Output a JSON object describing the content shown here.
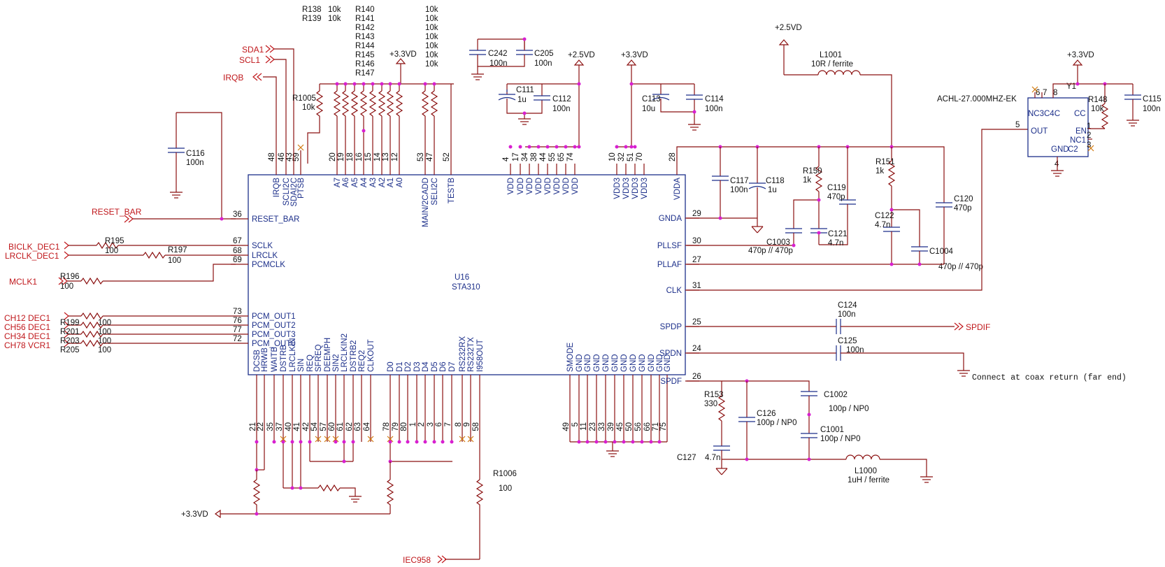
{
  "chip": {
    "ref": "U16",
    "part": "STA310"
  },
  "top_pins": [
    {
      "name": "IRQB",
      "num": "48"
    },
    {
      "name": "SCLI2C",
      "num": "46"
    },
    {
      "name": "SDAI2C",
      "num": "43"
    },
    {
      "name": "PTSB",
      "num": "59"
    },
    {
      "name": "A7",
      "num": "20"
    },
    {
      "name": "A6",
      "num": "19"
    },
    {
      "name": "A5",
      "num": "18"
    },
    {
      "name": "A4",
      "num": "16"
    },
    {
      "name": "A3",
      "num": "15"
    },
    {
      "name": "A2",
      "num": "14"
    },
    {
      "name": "A1",
      "num": "13"
    },
    {
      "name": "A0",
      "num": "12"
    },
    {
      "name": "MAIN/2CADD",
      "num": "53"
    },
    {
      "name": "SELI2C",
      "num": "47"
    },
    {
      "name": "TESTB",
      "num": "52"
    },
    {
      "name": "VDD",
      "num": "4"
    },
    {
      "name": "VDD",
      "num": "17"
    },
    {
      "name": "VDD",
      "num": "34"
    },
    {
      "name": "VDD",
      "num": "38"
    },
    {
      "name": "VDD",
      "num": "44"
    },
    {
      "name": "VDD",
      "num": "55"
    },
    {
      "name": "VDD",
      "num": "65"
    },
    {
      "name": "VDD",
      "num": "74"
    },
    {
      "name": "VDD3",
      "num": "10"
    },
    {
      "name": "VDD3",
      "num": "32"
    },
    {
      "name": "VDD3",
      "num": "51"
    },
    {
      "name": "VDD3",
      "num": "70"
    },
    {
      "name": "VDDA",
      "num": "28"
    }
  ],
  "bottom_pins": [
    {
      "name": "DCSB",
      "num": "21"
    },
    {
      "name": "HRWB",
      "num": "22"
    },
    {
      "name": "WAITB",
      "num": "35"
    },
    {
      "name": "DSTRB",
      "num": "37"
    },
    {
      "name": "LRCLKIN",
      "num": "40"
    },
    {
      "name": "SIN",
      "num": "41"
    },
    {
      "name": "REQ",
      "num": "42"
    },
    {
      "name": "SFREQ",
      "num": "54"
    },
    {
      "name": "DEEMPH",
      "num": "57"
    },
    {
      "name": "SIN2",
      "num": "60"
    },
    {
      "name": "LRCLKIN2",
      "num": "61"
    },
    {
      "name": "DSTRB2",
      "num": "62"
    },
    {
      "name": "REQ2",
      "num": "63"
    },
    {
      "name": "CLKOUT",
      "num": "64"
    },
    {
      "name": "D0",
      "num": "78"
    },
    {
      "name": "D1",
      "num": "79"
    },
    {
      "name": "D2",
      "num": "80"
    },
    {
      "name": "D3",
      "num": "1"
    },
    {
      "name": "D4",
      "num": "2"
    },
    {
      "name": "D5",
      "num": "3"
    },
    {
      "name": "D6",
      "num": "6"
    },
    {
      "name": "D7",
      "num": "7"
    },
    {
      "name": "RS232RX",
      "num": "8"
    },
    {
      "name": "RS232TX",
      "num": "9"
    },
    {
      "name": "I958OUT",
      "num": "58"
    },
    {
      "name": "SMODE",
      "num": "49"
    },
    {
      "name": "GND",
      "num": "5"
    },
    {
      "name": "GND",
      "num": "11"
    },
    {
      "name": "GND",
      "num": "23"
    },
    {
      "name": "GND",
      "num": "33"
    },
    {
      "name": "GND",
      "num": "39"
    },
    {
      "name": "GND",
      "num": "45"
    },
    {
      "name": "GND",
      "num": "50"
    },
    {
      "name": "GND",
      "num": "56"
    },
    {
      "name": "GND",
      "num": "66"
    },
    {
      "name": "GND",
      "num": "71"
    },
    {
      "name": "GND",
      "num": "75"
    }
  ],
  "left_pins": [
    {
      "name": "RESET_BAR",
      "num": "36"
    },
    {
      "name": "SCLK",
      "num": "67"
    },
    {
      "name": "LRCLK",
      "num": "68"
    },
    {
      "name": "PCMCLK",
      "num": "69"
    },
    {
      "name": "PCM_OUT1",
      "num": "73"
    },
    {
      "name": "PCM_OUT2",
      "num": "76"
    },
    {
      "name": "PCM_OUT3",
      "num": "77"
    },
    {
      "name": "PCM_OUT0",
      "num": "72"
    }
  ],
  "right_pins": [
    {
      "name": "GNDA",
      "num": "29"
    },
    {
      "name": "PLLSF",
      "num": "30"
    },
    {
      "name": "PLLAF",
      "num": "27"
    },
    {
      "name": "CLK",
      "num": "31"
    },
    {
      "name": "SPDP",
      "num": "25"
    },
    {
      "name": "SPDN",
      "num": "24"
    },
    {
      "name": "SPDF",
      "num": "26"
    }
  ],
  "nets": {
    "sda1": "SDA1",
    "scl1": "SCL1",
    "irqb": "IRQB",
    "reset_bar": "RESET_BAR",
    "biclk": "BICLK_DEC1",
    "lrclk": "LRCLK_DEC1",
    "mclk": "MCLK1",
    "ch12": "CH12 DEC1",
    "ch56": "CH56 DEC1",
    "ch34": "CH34 DEC1",
    "ch78": "CH78 VCR1",
    "spdif": "SPDIF",
    "iec958": "IEC958",
    "p33": "+3.3VD",
    "p25": "+2.5VD"
  },
  "resistor_list": {
    "left": [
      {
        "ref": "R138",
        "val": "10k"
      },
      {
        "ref": "R139",
        "val": "10k"
      }
    ],
    "right": [
      {
        "ref": "R140",
        "val": "10k"
      },
      {
        "ref": "R141",
        "val": "10k"
      },
      {
        "ref": "R142",
        "val": "10k"
      },
      {
        "ref": "R143",
        "val": "10k"
      },
      {
        "ref": "R144",
        "val": "10k"
      },
      {
        "ref": "R145",
        "val": "10k"
      },
      {
        "ref": "R146",
        "val": "10k"
      },
      {
        "ref": "R147",
        "val": ""
      }
    ]
  },
  "parts": {
    "r1005": {
      "ref": "R1005",
      "val": "10k"
    },
    "c116": {
      "ref": "C116",
      "val": "100n"
    },
    "r195": {
      "ref": "R195",
      "val": "100"
    },
    "r197": {
      "ref": "R197",
      "val": "100"
    },
    "r196": {
      "ref": "R196",
      "val": "100"
    },
    "r199": {
      "ref": "R199",
      "val": "100"
    },
    "r201": {
      "ref": "R201",
      "val": "100"
    },
    "r203": {
      "ref": "R203",
      "val": "100"
    },
    "r205": {
      "ref": "R205",
      "val": "100"
    },
    "c242": {
      "ref": "C242",
      "val": "100n"
    },
    "c205": {
      "ref": "C205",
      "val": "100n"
    },
    "c111": {
      "ref": "C111",
      "val": "1u"
    },
    "c112": {
      "ref": "C112",
      "val": "100n"
    },
    "c113": {
      "ref": "C113",
      "val": "10u"
    },
    "c114": {
      "ref": "C114",
      "val": "100n"
    },
    "l1001": {
      "ref": "L1001",
      "val": "10R / ferrite"
    },
    "c117": {
      "ref": "C117",
      "val": "100n"
    },
    "c118": {
      "ref": "C118",
      "val": "1u"
    },
    "r150": {
      "ref": "R150",
      "val": "1k"
    },
    "c119": {
      "ref": "C119",
      "val": "470p"
    },
    "c1003": {
      "ref": "C1003",
      "val": "470p // 470p"
    },
    "c121": {
      "ref": "C121",
      "val": "4.7n"
    },
    "r151": {
      "ref": "R151",
      "val": "1k"
    },
    "c122": {
      "ref": "C122",
      "val": "4.7n"
    },
    "c120": {
      "ref": "C120",
      "val": "470p"
    },
    "c1004": {
      "ref": "C1004",
      "val": "470p // 470p"
    },
    "c124": {
      "ref": "C124",
      "val": "100n"
    },
    "c125": {
      "ref": "C125",
      "val": "100n"
    },
    "r153": {
      "ref": "R153",
      "val": "330"
    },
    "c126": {
      "ref": "C126",
      "val": "100p / NP0"
    },
    "c1002": {
      "ref": "C1002",
      "val": "100p / NP0"
    },
    "c1001": {
      "ref": "C1001",
      "val": "100p / NP0"
    },
    "c127": {
      "ref": "C127",
      "val": "4.7n"
    },
    "l1000": {
      "ref": "L1000",
      "val": "1uH / ferrite"
    },
    "r1006": {
      "ref": "R1006",
      "val": "100"
    },
    "r148": {
      "ref": "R148",
      "val": "10k"
    },
    "c115": {
      "ref": "C115",
      "val": "100n"
    }
  },
  "crystal": {
    "ref": "Y1",
    "part": "ACHL-27.000MHZ-EK",
    "pins": {
      "nc": "NC3C4C",
      "vcc": "CC",
      "out": "OUT",
      "en": "EN",
      "nc1": "NC1",
      "gnd": "GND",
      "nc2": "C2"
    },
    "nums": {
      "p6": "6",
      "p7": "7",
      "p8": "8",
      "p1": "1",
      "p2": "2",
      "p3": "3",
      "p4": "4",
      "p5": "5"
    }
  },
  "note": "Connect at coax return (far end)"
}
